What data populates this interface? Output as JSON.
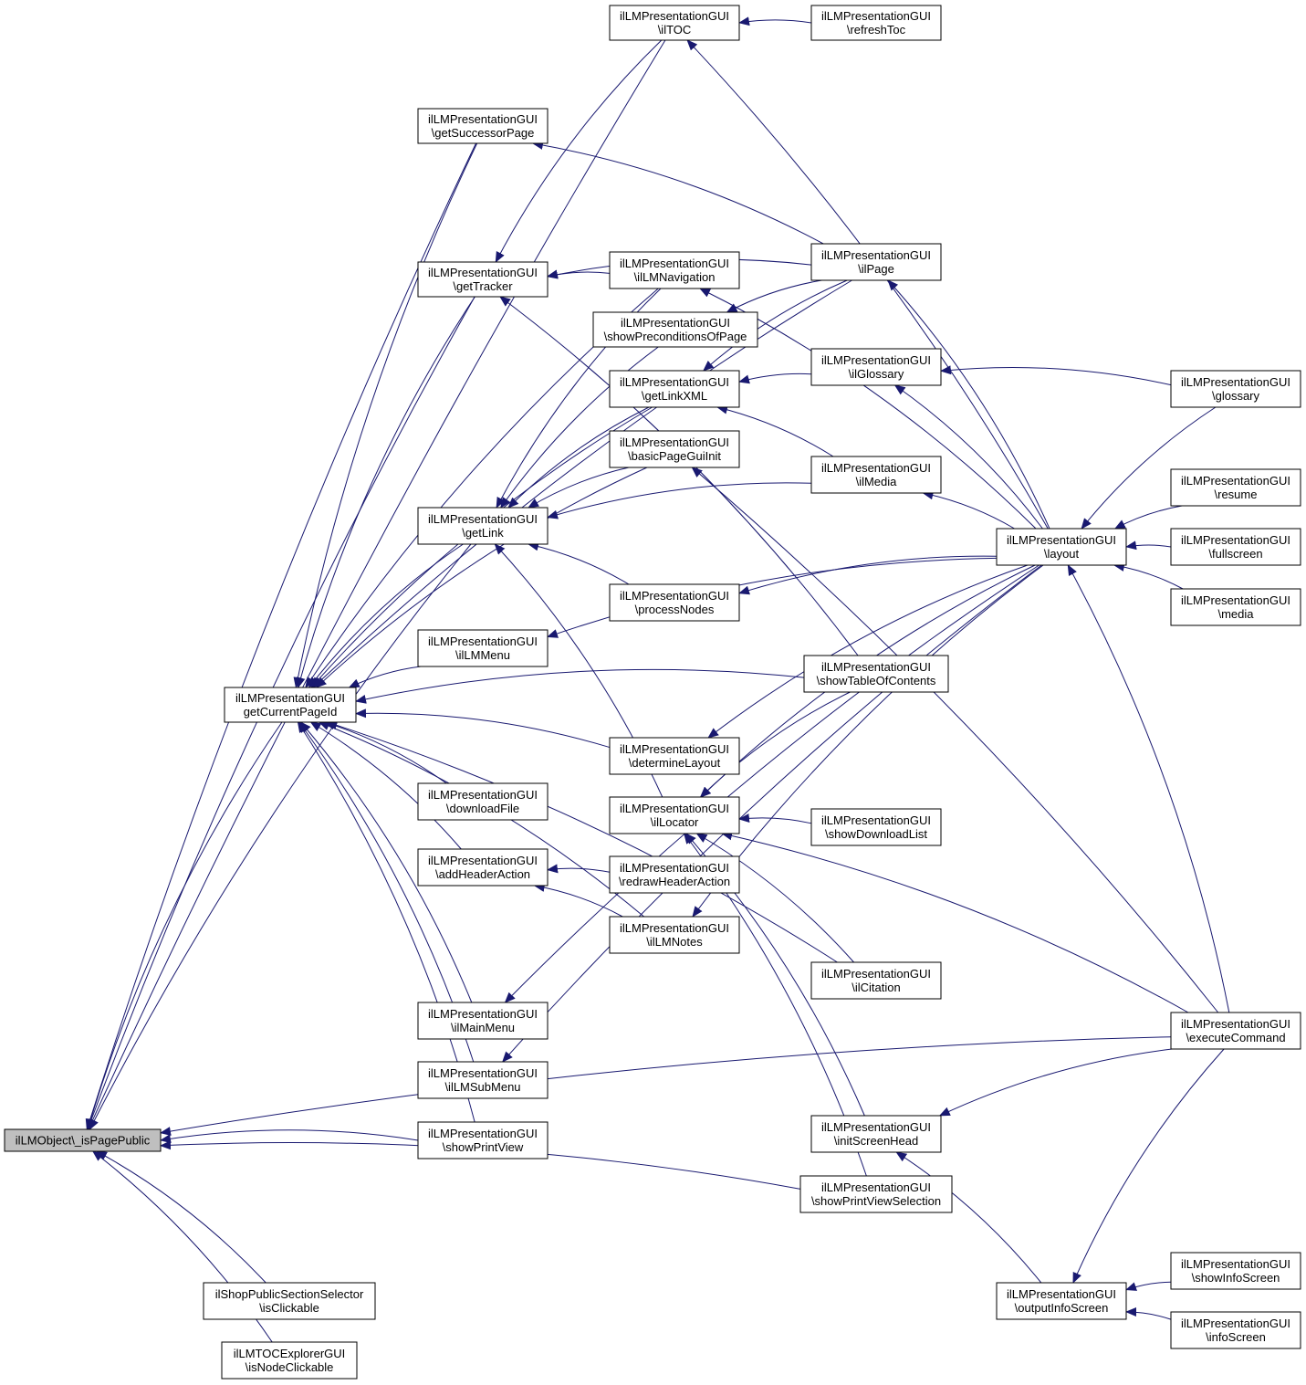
{
  "colors": {
    "edge": "#191970",
    "node_border": "#000000",
    "root_fill": "#bfbfbf",
    "node_fill": "#ffffff"
  },
  "nodes": [
    {
      "id": "root",
      "lines": [
        "ilLMObject\\_isPagePublic"
      ],
      "root": true
    },
    {
      "id": "shop",
      "lines": [
        "ilShopPublicSectionSelector",
        "\\isClickable"
      ]
    },
    {
      "id": "tocx",
      "lines": [
        "ilLMTOCExplorerGUI",
        "\\isNodeClickable"
      ]
    },
    {
      "id": "cur",
      "lines": [
        "ilLMPresentationGUI",
        "getCurrentPageId"
      ]
    },
    {
      "id": "succ",
      "lines": [
        "ilLMPresentationGUI",
        "\\getSuccessorPage"
      ]
    },
    {
      "id": "track",
      "lines": [
        "ilLMPresentationGUI",
        "\\getTracker"
      ]
    },
    {
      "id": "link",
      "lines": [
        "ilLMPresentationGUI",
        "\\getLink"
      ]
    },
    {
      "id": "menu",
      "lines": [
        "ilLMPresentationGUI",
        "\\ilLMMenu"
      ]
    },
    {
      "id": "dlf",
      "lines": [
        "ilLMPresentationGUI",
        "\\downloadFile"
      ]
    },
    {
      "id": "hdr",
      "lines": [
        "ilLMPresentationGUI",
        "\\addHeaderAction"
      ]
    },
    {
      "id": "main",
      "lines": [
        "ilLMPresentationGUI",
        "\\ilMainMenu"
      ]
    },
    {
      "id": "sub",
      "lines": [
        "ilLMPresentationGUI",
        "\\ilLMSubMenu"
      ]
    },
    {
      "id": "print",
      "lines": [
        "ilLMPresentationGUI",
        "\\showPrintView"
      ]
    },
    {
      "id": "toc",
      "lines": [
        "ilLMPresentationGUI",
        "\\ilTOC"
      ]
    },
    {
      "id": "nav",
      "lines": [
        "ilLMPresentationGUI",
        "\\ilLMNavigation"
      ]
    },
    {
      "id": "precond",
      "lines": [
        "ilLMPresentationGUI",
        "\\showPreconditionsOfPage"
      ]
    },
    {
      "id": "lxml",
      "lines": [
        "ilLMPresentationGUI",
        "\\getLinkXML"
      ]
    },
    {
      "id": "bpgi",
      "lines": [
        "ilLMPresentationGUI",
        "\\basicPageGuiInit"
      ]
    },
    {
      "id": "proc",
      "lines": [
        "ilLMPresentationGUI",
        "\\processNodes"
      ]
    },
    {
      "id": "detl",
      "lines": [
        "ilLMPresentationGUI",
        "\\determineLayout"
      ]
    },
    {
      "id": "loc",
      "lines": [
        "ilLMPresentationGUI",
        "\\ilLocator"
      ]
    },
    {
      "id": "redraw",
      "lines": [
        "ilLMPresentationGUI",
        "\\redrawHeaderAction"
      ]
    },
    {
      "id": "notes",
      "lines": [
        "ilLMPresentationGUI",
        "\\ilLMNotes"
      ]
    },
    {
      "id": "refresh",
      "lines": [
        "ilLMPresentationGUI",
        "\\refreshToc"
      ]
    },
    {
      "id": "page",
      "lines": [
        "ilLMPresentationGUI",
        "\\ilPage"
      ]
    },
    {
      "id": "gloss",
      "lines": [
        "ilLMPresentationGUI",
        "\\ilGlossary"
      ]
    },
    {
      "id": "media",
      "lines": [
        "ilLMPresentationGUI",
        "\\ilMedia"
      ]
    },
    {
      "id": "showtoc",
      "lines": [
        "ilLMPresentationGUI",
        "\\showTableOfContents"
      ]
    },
    {
      "id": "dllist",
      "lines": [
        "ilLMPresentationGUI",
        "\\showDownloadList"
      ]
    },
    {
      "id": "cit",
      "lines": [
        "ilLMPresentationGUI",
        "\\ilCitation"
      ]
    },
    {
      "id": "ish",
      "lines": [
        "ilLMPresentationGUI",
        "\\initScreenHead"
      ]
    },
    {
      "id": "pvs",
      "lines": [
        "ilLMPresentationGUI",
        "\\showPrintViewSelection"
      ]
    },
    {
      "id": "layout",
      "lines": [
        "ilLMPresentationGUI",
        "\\layout"
      ]
    },
    {
      "id": "ois",
      "lines": [
        "ilLMPresentationGUI",
        "\\outputInfoScreen"
      ]
    },
    {
      "id": "glossary",
      "lines": [
        "ilLMPresentationGUI",
        "\\glossary"
      ]
    },
    {
      "id": "resume",
      "lines": [
        "ilLMPresentationGUI",
        "\\resume"
      ]
    },
    {
      "id": "full",
      "lines": [
        "ilLMPresentationGUI",
        "\\fullscreen"
      ]
    },
    {
      "id": "mediaf",
      "lines": [
        "ilLMPresentationGUI",
        "\\media"
      ]
    },
    {
      "id": "exec",
      "lines": [
        "ilLMPresentationGUI",
        "\\executeCommand"
      ]
    },
    {
      "id": "sis",
      "lines": [
        "ilLMPresentationGUI",
        "\\showInfoScreen"
      ]
    },
    {
      "id": "infos",
      "lines": [
        "ilLMPresentationGUI",
        "\\infoScreen"
      ]
    }
  ],
  "edges": [
    [
      "shop",
      "root"
    ],
    [
      "tocx",
      "root"
    ],
    [
      "cur",
      "root"
    ],
    [
      "succ",
      "root"
    ],
    [
      "track",
      "root"
    ],
    [
      "link",
      "root"
    ],
    [
      "print",
      "root"
    ],
    [
      "pvs",
      "root"
    ],
    [
      "exec",
      "root"
    ],
    [
      "toc",
      "root"
    ],
    [
      "succ",
      "cur"
    ],
    [
      "track",
      "cur"
    ],
    [
      "link",
      "cur"
    ],
    [
      "menu",
      "cur"
    ],
    [
      "dlf",
      "cur"
    ],
    [
      "hdr",
      "cur"
    ],
    [
      "main",
      "cur"
    ],
    [
      "sub",
      "cur"
    ],
    [
      "print",
      "cur"
    ],
    [
      "nav",
      "cur"
    ],
    [
      "lxml",
      "cur"
    ],
    [
      "bpgi",
      "cur"
    ],
    [
      "detl",
      "cur"
    ],
    [
      "notes",
      "cur"
    ],
    [
      "showtoc",
      "cur"
    ],
    [
      "cit",
      "cur"
    ],
    [
      "page",
      "cur"
    ],
    [
      "nav",
      "track"
    ],
    [
      "toc",
      "track"
    ],
    [
      "page",
      "track"
    ],
    [
      "showtoc",
      "track"
    ],
    [
      "nav",
      "link"
    ],
    [
      "precond",
      "link"
    ],
    [
      "lxml",
      "link"
    ],
    [
      "bpgi",
      "link"
    ],
    [
      "media",
      "link"
    ],
    [
      "proc",
      "link"
    ],
    [
      "loc",
      "link"
    ],
    [
      "redraw",
      "hdr"
    ],
    [
      "notes",
      "hdr"
    ],
    [
      "refresh",
      "toc"
    ],
    [
      "layout",
      "toc"
    ],
    [
      "page",
      "succ"
    ],
    [
      "page",
      "precond"
    ],
    [
      "gloss",
      "lxml"
    ],
    [
      "media",
      "lxml"
    ],
    [
      "page",
      "lxml"
    ],
    [
      "layout",
      "nav"
    ],
    [
      "exec",
      "bpgi"
    ],
    [
      "layout",
      "proc"
    ],
    [
      "layout",
      "menu"
    ],
    [
      "layout",
      "detl"
    ],
    [
      "layout",
      "notes"
    ],
    [
      "layout",
      "main"
    ],
    [
      "layout",
      "sub"
    ],
    [
      "showtoc",
      "loc"
    ],
    [
      "dllist",
      "loc"
    ],
    [
      "cit",
      "loc"
    ],
    [
      "ish",
      "loc"
    ],
    [
      "pvs",
      "loc"
    ],
    [
      "exec",
      "loc"
    ],
    [
      "layout",
      "loc"
    ],
    [
      "layout",
      "page"
    ],
    [
      "layout",
      "gloss"
    ],
    [
      "layout",
      "media"
    ],
    [
      "glossary",
      "gloss"
    ],
    [
      "glossary",
      "layout"
    ],
    [
      "resume",
      "layout"
    ],
    [
      "full",
      "layout"
    ],
    [
      "mediaf",
      "layout"
    ],
    [
      "exec",
      "layout"
    ],
    [
      "exec",
      "ish"
    ],
    [
      "ois",
      "ish"
    ],
    [
      "exec",
      "ois"
    ],
    [
      "sis",
      "ois"
    ],
    [
      "infos",
      "ois"
    ]
  ]
}
